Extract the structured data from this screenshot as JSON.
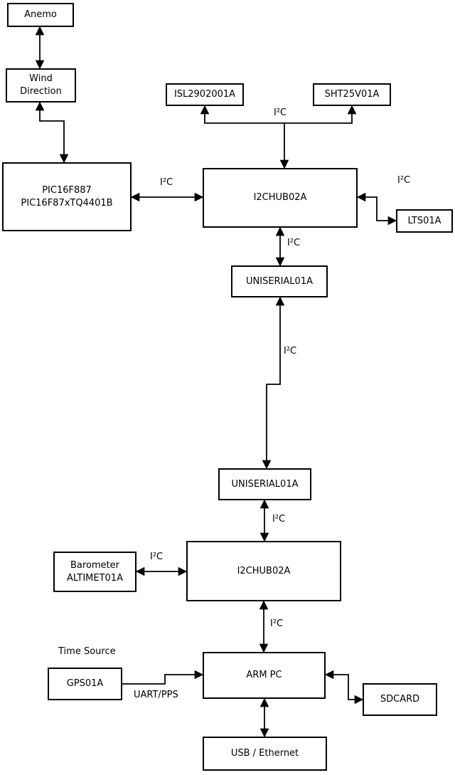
{
  "diagram": {
    "title": "",
    "nodes": [
      {
        "id": "anemo",
        "label": "Anemo"
      },
      {
        "id": "wind-direction",
        "label": "Wind\nDirection"
      },
      {
        "id": "pic16f887",
        "label": "PIC16F887\nPIC16F87xTQ4401B"
      },
      {
        "id": "isl2902001a",
        "label": "ISL2902001A"
      },
      {
        "id": "sht25v01a",
        "label": "SHT25V01A"
      },
      {
        "id": "i2chub02a-top",
        "label": "I2CHUB02A"
      },
      {
        "id": "lts01a",
        "label": "LTS01A"
      },
      {
        "id": "uniserial01a-top",
        "label": "UNISERIAL01A"
      },
      {
        "id": "uniserial01a-bottom",
        "label": "UNISERIAL01A"
      },
      {
        "id": "i2chub02a-bottom",
        "label": "I2CHUB02A"
      },
      {
        "id": "barometer",
        "label": "Barometer\nALTIMET01A"
      },
      {
        "id": "arm-pc",
        "label": "ARM PC"
      },
      {
        "id": "gps01a",
        "label": "GPS01A"
      },
      {
        "id": "sdcard",
        "label": "SDCARD"
      },
      {
        "id": "usb-ethernet",
        "label": "USB / Ethernet"
      }
    ],
    "edge_labels": [
      {
        "id": "i2c-sensor-bus",
        "text": "I²C"
      },
      {
        "id": "i2c-pic-hub",
        "text": "I²C"
      },
      {
        "id": "i2c-hub-lts",
        "text": "I²C"
      },
      {
        "id": "i2c-hub-uniserial",
        "text": "I²C"
      },
      {
        "id": "i2c-uniserial-link",
        "text": "I²C"
      },
      {
        "id": "i2c-link-hub2",
        "text": "I²C"
      },
      {
        "id": "i2c-barometer-hub",
        "text": "I²C"
      },
      {
        "id": "i2c-hub2-armpc",
        "text": "I²C"
      },
      {
        "id": "time-source",
        "text": "Time Source"
      },
      {
        "id": "uart-pps",
        "text": "UART/PPS"
      }
    ],
    "colors": {
      "box_fill": "#ffffff",
      "line": "#000000",
      "background": "#ffffff"
    }
  }
}
